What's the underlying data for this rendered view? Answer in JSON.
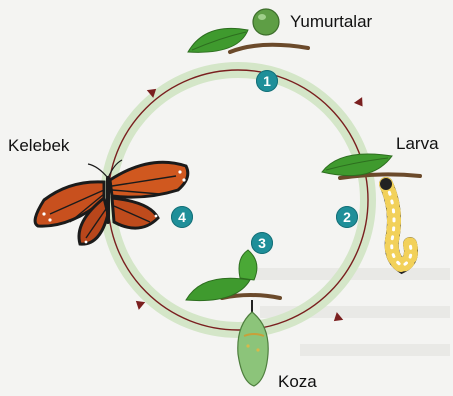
{
  "stages": [
    {
      "id": 1,
      "number": "1",
      "label": "Yumurtalar"
    },
    {
      "id": 2,
      "number": "2",
      "label": "Larva"
    },
    {
      "id": 3,
      "number": "3",
      "label": "Koza"
    },
    {
      "id": 4,
      "number": "4",
      "label": "Kelebek"
    }
  ],
  "colors": {
    "cycle_ring": "#cfe3c2",
    "arrow": "#7a1f1f",
    "badge": "#1f8f99",
    "leaf": "#3f9a2e",
    "egg": "#6aa84f",
    "butterfly_wing": "#c8501e",
    "caterpillar_stripe": "#f2d15a"
  }
}
